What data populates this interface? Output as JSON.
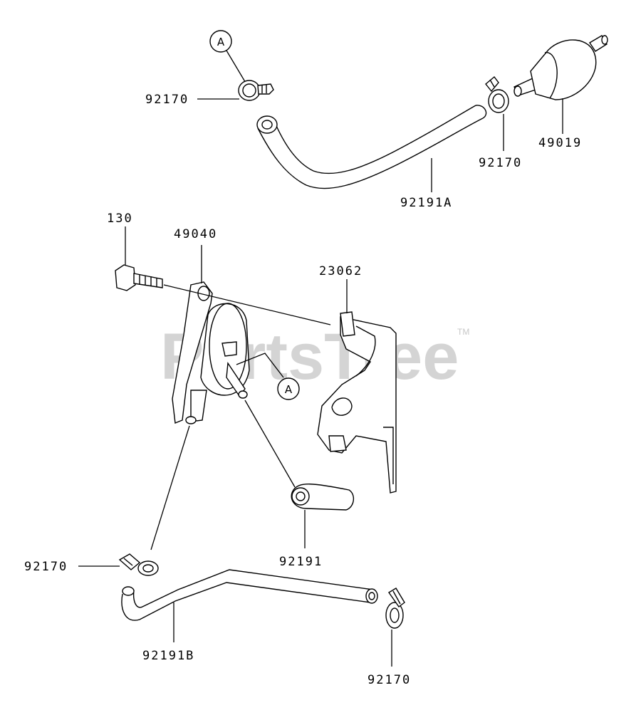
{
  "watermark": {
    "text": "PartsTree",
    "trademark": "TM"
  },
  "callouts": {
    "a_top": "A",
    "a_pump": "A"
  },
  "parts": {
    "clamp_top_left": "92170",
    "clamp_top_right": "92170",
    "fuel_filter": "49019",
    "hose_top": "92191A",
    "bolt": "130",
    "fuel_pump": "49040",
    "bracket": "23062",
    "hose_short": "92191",
    "clamp_bottom_left": "92170",
    "hose_bottom": "92191B",
    "clamp_bottom_right": "92170"
  }
}
